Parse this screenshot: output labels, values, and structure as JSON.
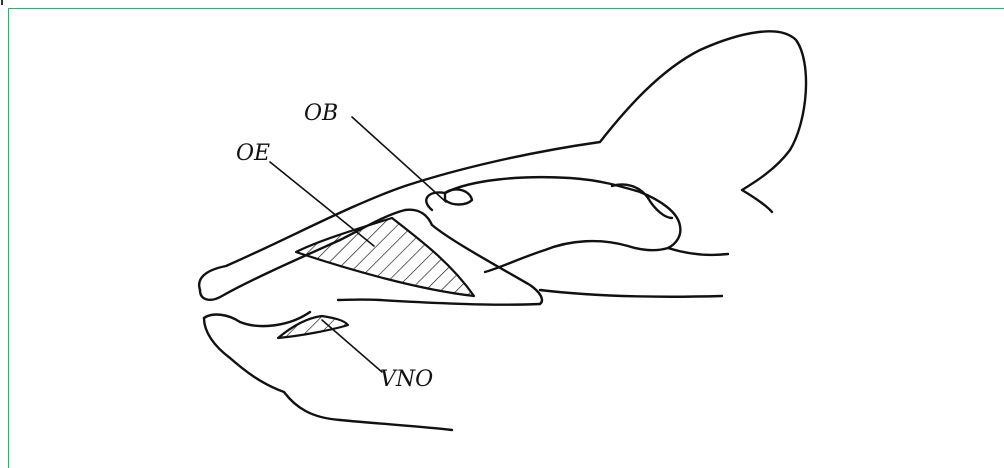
{
  "figure": {
    "labels": {
      "ob": "OB",
      "oe": "OE",
      "vno": "VNO"
    },
    "colors": {
      "line": "#111111",
      "frame_border": "#3daa6e"
    }
  }
}
